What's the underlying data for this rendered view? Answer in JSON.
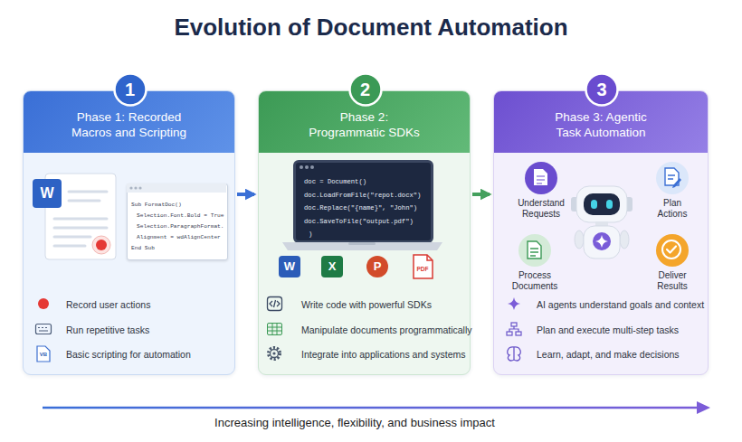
{
  "diagram": {
    "title": "Evolution of Document Automation",
    "nodes": [
      {
        "text": [
          "Phase 1: Recorded Macros and Scripting",
          "Record user actions",
          "Run repetitive tasks",
          "Basic scripting for automation"
        ]
      },
      {
        "text": [
          "1"
        ],
        "in": 0
      },
      {
        "text": [
          "Sub FormatDoc()",
          "Selection.Font.Bold = True",
          "Selection.ParagraphFormat.",
          "Alignment = wdAlignCenter",
          "End Sub"
        ],
        "in": 0
      },
      {
        "text": [
          "Phase 2: Programmatic SDKs",
          "Write code with powerful SDKs",
          "Manipulate documents programmatically",
          "Integrate into applications and systems"
        ]
      },
      {
        "text": [
          "2"
        ],
        "in": 3
      },
      {
        "text": [
          "doc = Document()",
          "doc.LoadFromFile(\"repot.docx\")",
          "doc.Replace(\"{name}\", \"John\")",
          "doc.SaveToFile(\"output.pdf\")",
          ")"
        ],
        "in": 3
      },
      {
        "text": [
          "Phase 3: Agentic Task Automation",
          "AI agents understand goals and context",
          "Plan and execute multi-step tasks",
          "Learn, adapt, and make decisions"
        ]
      },
      {
        "text": [
          "3"
        ],
        "in": 6
      },
      {
        "text": [
          "Understand Requests"
        ],
        "in": 6
      },
      {
        "text": [
          "Plan Actions"
        ],
        "in": 6
      },
      {
        "text": [
          "Process Documents"
        ],
        "in": 6
      },
      {
        "text": [
          "Deliver Results"
        ],
        "in": 6
      }
    ],
    "edges": [
      {
        "from": 0,
        "to": 3,
        "arrow": "to"
      },
      {
        "from": 3,
        "to": 6,
        "arrow": "to"
      }
    ],
    "labels": [
      "W",
      "VB",
      "W",
      "X",
      "P",
      "PDF",
      "Increasing intelligence, flexibility, and business impact"
    ]
  }
}
